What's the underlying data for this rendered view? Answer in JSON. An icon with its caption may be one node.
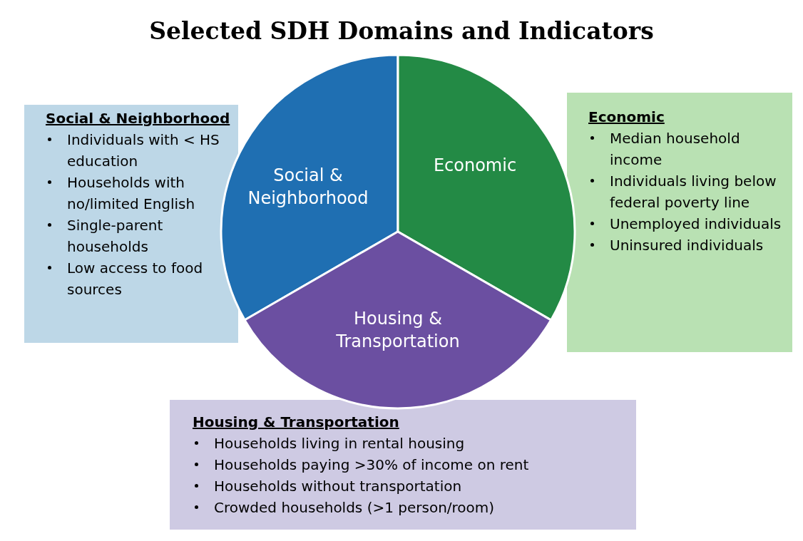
{
  "diagram": {
    "title": "Selected SDH Domains and Indicators",
    "nodes": [
      {
        "text": [
          "Social & Neighborhood"
        ]
      },
      {
        "text": [
          "Economic"
        ]
      },
      {
        "text": [
          "Housing & Transportation"
        ]
      },
      {
        "text": [
          "Social & Neighborhood",
          "Individuals with < HS education",
          "Households with no/limited English",
          "Single-parent households",
          "Low access to food sources"
        ]
      },
      {
        "text": [
          "Economic",
          "Median household income",
          "Individuals living below federal poverty line",
          "Unemployed individuals",
          "Uninsured individuals"
        ]
      },
      {
        "text": [
          "Housing & Transportation",
          "Households living in rental housing",
          "Households paying >30% of income on rent",
          "Households without transportation",
          "Crowded households (>1 person/room)"
        ]
      }
    ]
  }
}
